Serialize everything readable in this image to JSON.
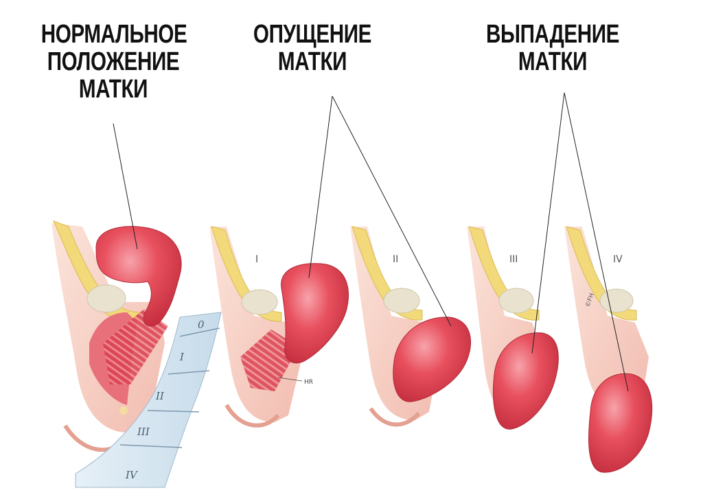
{
  "titles": {
    "normal": [
      "НОРМАЛЬНОЕ",
      "ПОЛОЖЕНИЕ",
      "МАТКИ"
    ],
    "descent": [
      "ОПУЩЕНИЕ",
      "МАТКИ"
    ],
    "prolapse": [
      "ВЫПАДЕНИЕ",
      "МАТКИ"
    ]
  },
  "stages": [
    "I",
    "II",
    "III",
    "IV"
  ],
  "scale_labels": [
    "0",
    "I",
    "II",
    "III",
    "IV"
  ],
  "hr_label": "HR",
  "copyright": "©FH",
  "colors": {
    "uterus": "#e8505e",
    "uterus_light": "#f5a0a8",
    "fat": "#f2d97a",
    "skin": "#f8d0c4",
    "bladder": "#e9e2cf",
    "scale": "#d3e4f0",
    "leader_line": "#222222"
  }
}
